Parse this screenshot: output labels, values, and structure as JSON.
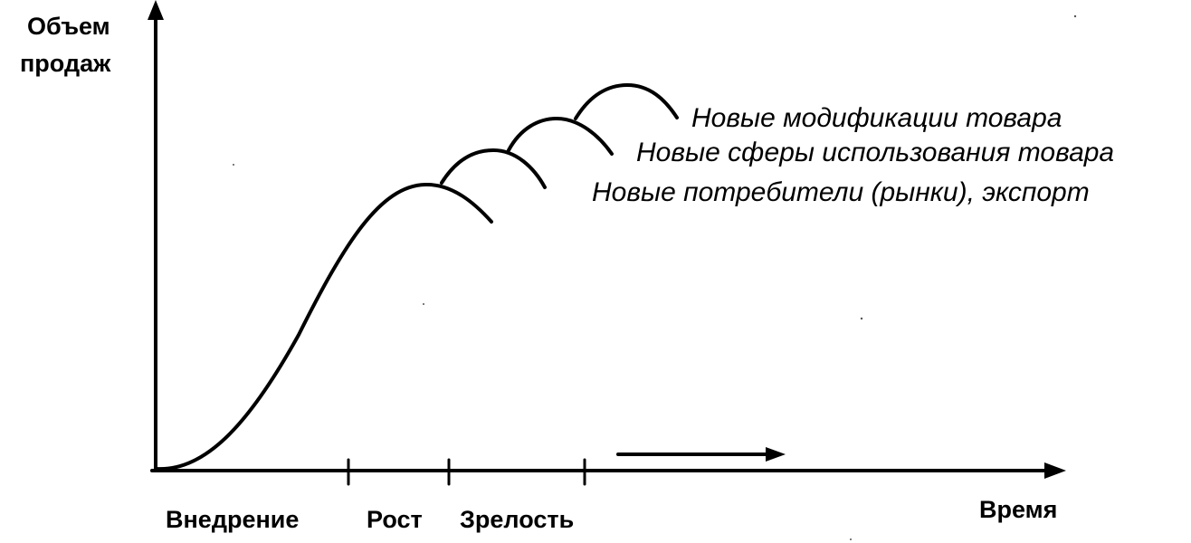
{
  "axes": {
    "y_label_line1": "Объем",
    "y_label_line2": "продаж",
    "x_label": "Время"
  },
  "stages": [
    {
      "label": "Внедрение"
    },
    {
      "label": "Рост"
    },
    {
      "label": "Зрелость"
    }
  ],
  "branches": [
    {
      "label": "Новые модификации товара"
    },
    {
      "label": "Новые сферы использования товара"
    },
    {
      "label": "Новые потребители (рынки), экспорт"
    }
  ]
}
